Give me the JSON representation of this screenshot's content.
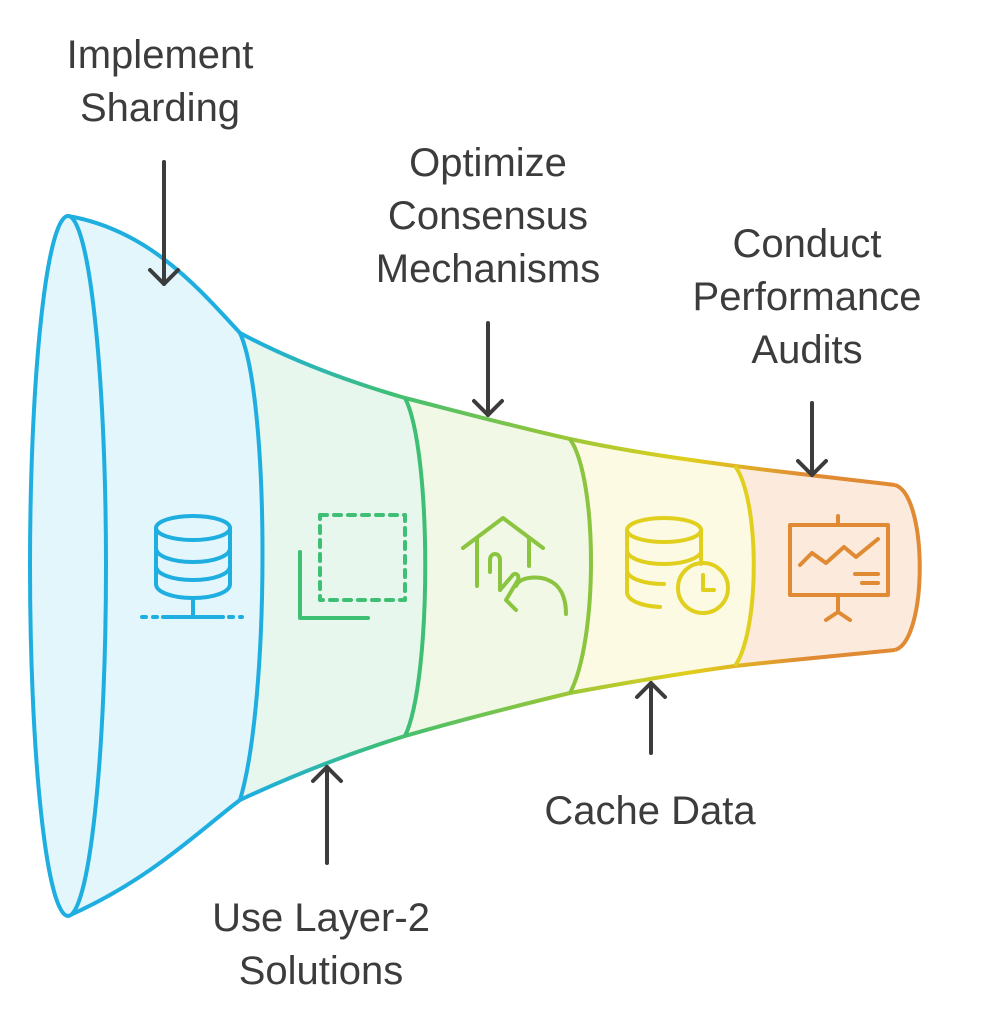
{
  "diagram": {
    "type": "funnel",
    "stages": [
      {
        "id": "sharding",
        "lines": [
          "Implement",
          "Sharding"
        ],
        "icon": "database-server-icon",
        "color": "#1eaee0",
        "fill": "#e3f6fc"
      },
      {
        "id": "layer2",
        "lines": [
          "Use Layer-2",
          "Solutions"
        ],
        "icon": "layers-icon",
        "color": "#3fbf74",
        "fill": "#e8f7ee"
      },
      {
        "id": "consensus",
        "lines": [
          "Optimize",
          "Consensus",
          "Mechanisms"
        ],
        "icon": "home-touch-icon",
        "color": "#8bc53f",
        "fill": "#f1f8e6"
      },
      {
        "id": "cache",
        "lines": [
          "Cache Data"
        ],
        "icon": "database-clock-icon",
        "color": "#e0cf1c",
        "fill": "#fcfae3"
      },
      {
        "id": "audits",
        "lines": [
          "Conduct",
          "Performance",
          "Audits"
        ],
        "icon": "presentation-chart-icon",
        "color": "#e08a34",
        "fill": "#fcebdc"
      }
    ]
  },
  "colors": {
    "text": "#3c3c3c",
    "arrow": "#3c3c3c"
  }
}
